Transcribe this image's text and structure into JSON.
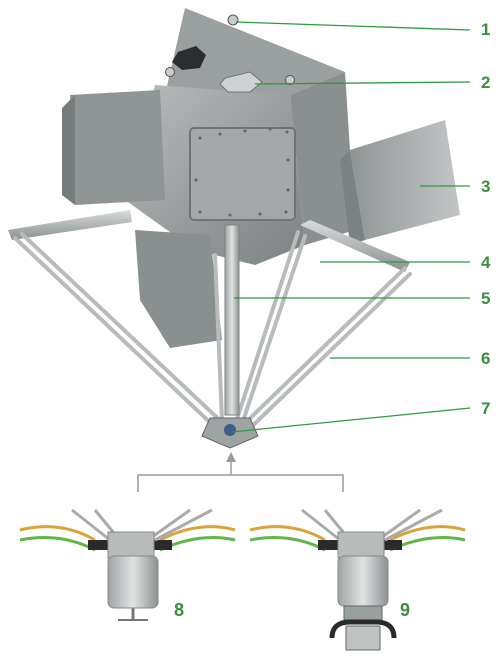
{
  "callouts": [
    {
      "label": "1"
    },
    {
      "label": "2"
    },
    {
      "label": "3"
    },
    {
      "label": "4"
    },
    {
      "label": "5"
    },
    {
      "label": "6"
    },
    {
      "label": "7"
    }
  ],
  "details": [
    {
      "label": "8"
    },
    {
      "label": "9"
    }
  ],
  "colors": {
    "callout": "#3a8f3d",
    "leader_line": "#2e9a3c",
    "bracket": "#9a9a9a"
  },
  "icons": [
    "delta-robot-illustration",
    "gripper-tool-illustration",
    "vacuum-tool-illustration"
  ]
}
